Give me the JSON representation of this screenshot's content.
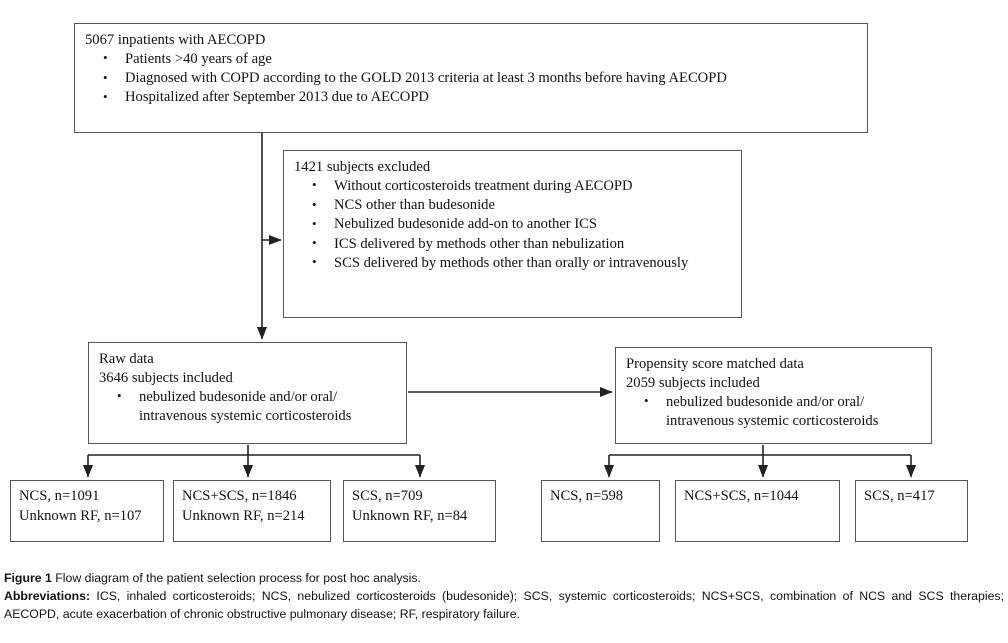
{
  "figure": {
    "caption_label": "Figure 1",
    "caption_text": " Flow diagram of the patient selection process for post hoc analysis.",
    "abbrev_label": "Abbreviations:",
    "abbrev_text": " ICS, inhaled corticosteroids; NCS, nebulized corticosteroids (budesonide); SCS, systemic corticosteroids; NCS+SCS, combination of NCS and SCS therapies; AECOPD, acute exacerbation of chronic obstructive pulmonary disease; RF, respiratory failure."
  },
  "flow": {
    "cohort": {
      "headline": "5067 inpatients with AECOPD",
      "bullets": [
        "Patients >40 years of age",
        "Diagnosed with COPD according to the GOLD 2013 criteria at least 3 months before having AECOPD",
        "Hospitalized after September 2013 due to AECOPD"
      ]
    },
    "excluded": {
      "headline": "1421 subjects excluded",
      "bullets": [
        "Without corticosteroids treatment during AECOPD",
        "NCS other than budesonide",
        "Nebulized budesonide add-on to another ICS",
        "ICS delivered by methods other than nebulization",
        "SCS delivered by methods other than orally or intravenously"
      ]
    },
    "raw_data": {
      "title": "Raw data",
      "headline": "3646 subjects included",
      "bullet_line1": "nebulized budesonide and/or oral/",
      "bullet_line2": "intravenous systemic corticosteroids"
    },
    "psm_data": {
      "title": "Propensity score matched data",
      "headline": "2059 subjects included",
      "bullet_line1": "nebulized budesonide and/or oral/",
      "bullet_line2": "intravenous systemic corticosteroids"
    },
    "raw_groups": [
      {
        "label": "NCS, n=1091",
        "sub": "Unknown RF, n=107"
      },
      {
        "label": "NCS+SCS, n=1846",
        "sub": "Unknown RF, n=214"
      },
      {
        "label": "SCS, n=709",
        "sub": "Unknown RF, n=84"
      }
    ],
    "psm_groups": [
      {
        "label": "NCS, n=598",
        "sub": ""
      },
      {
        "label": "NCS+SCS, n=1044",
        "sub": ""
      },
      {
        "label": "SCS, n=417",
        "sub": ""
      }
    ]
  },
  "style": {
    "box_border": "#555555",
    "wire_color": "#222222",
    "text_color": "#111111",
    "background": "#ffffff"
  }
}
